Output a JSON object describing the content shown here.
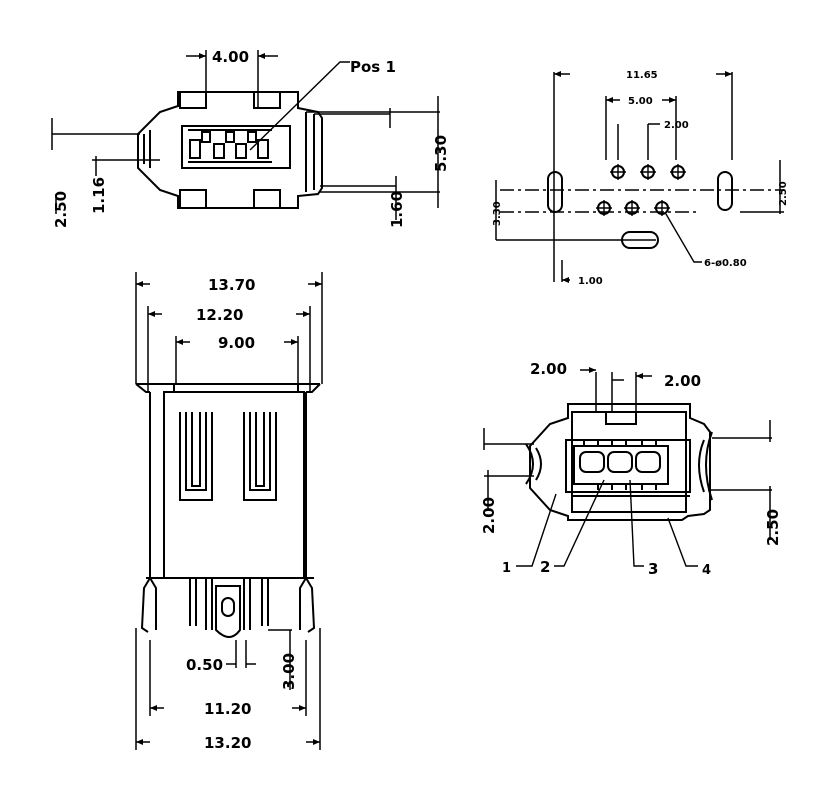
{
  "top_left_view": {
    "pos_label": "Pos 1",
    "dims": [
      "4.00",
      "5.30",
      "2.50",
      "1.16",
      "1.60"
    ]
  },
  "top_right_view": {
    "dims": [
      "11.65",
      "5.00",
      "2.00",
      "2.50",
      "3.30",
      "1.00"
    ],
    "hole_spec": "6-ø0.80"
  },
  "bottom_left_view": {
    "dims": [
      "13.70",
      "12.20",
      "9.00",
      "0.50",
      "3.00",
      "11.20",
      "13.20"
    ]
  },
  "bottom_right_view": {
    "dims": [
      "2.00",
      "2.00",
      "2.00",
      "2.50"
    ],
    "callouts": [
      "1",
      "2",
      "3",
      "4"
    ]
  }
}
